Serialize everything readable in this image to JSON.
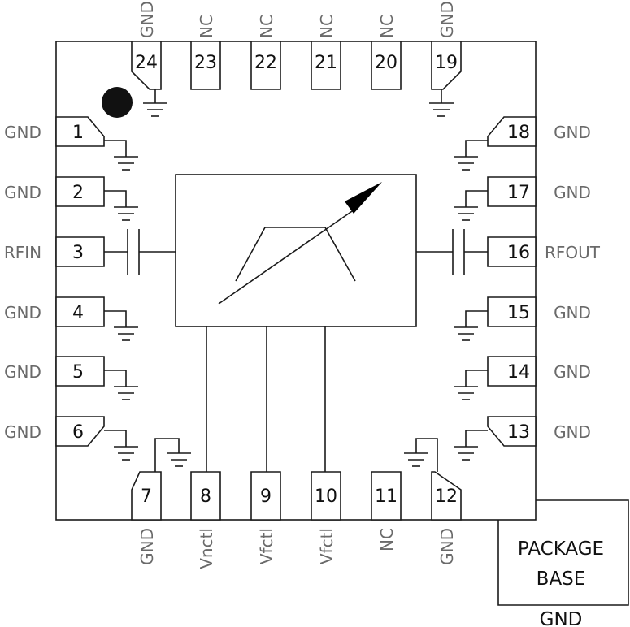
{
  "diagram": {
    "type": "ic-pinout",
    "package": "24-lead QFN (top view)",
    "pins": [
      {
        "num": "1",
        "name": "GND",
        "side": "left",
        "grounded": true
      },
      {
        "num": "2",
        "name": "GND",
        "side": "left",
        "grounded": true
      },
      {
        "num": "3",
        "name": "RFIN",
        "side": "left",
        "grounded": false,
        "capacitor": true
      },
      {
        "num": "4",
        "name": "GND",
        "side": "left",
        "grounded": true
      },
      {
        "num": "5",
        "name": "GND",
        "side": "left",
        "grounded": true
      },
      {
        "num": "6",
        "name": "GND",
        "side": "left",
        "grounded": true
      },
      {
        "num": "7",
        "name": "GND",
        "side": "bottom",
        "grounded": true
      },
      {
        "num": "8",
        "name": "Vnctl",
        "side": "bottom",
        "grounded": false
      },
      {
        "num": "9",
        "name": "Vfctl",
        "side": "bottom",
        "grounded": false
      },
      {
        "num": "10",
        "name": "Vfctl",
        "side": "bottom",
        "grounded": false
      },
      {
        "num": "11",
        "name": "NC",
        "side": "bottom",
        "grounded": false
      },
      {
        "num": "12",
        "name": "GND",
        "side": "bottom",
        "grounded": true
      },
      {
        "num": "13",
        "name": "GND",
        "side": "right",
        "grounded": true
      },
      {
        "num": "14",
        "name": "GND",
        "side": "right",
        "grounded": true
      },
      {
        "num": "15",
        "name": "GND",
        "side": "right",
        "grounded": true
      },
      {
        "num": "16",
        "name": "RFOUT",
        "side": "right",
        "grounded": false,
        "capacitor": true
      },
      {
        "num": "17",
        "name": "GND",
        "side": "right",
        "grounded": true
      },
      {
        "num": "18",
        "name": "GND",
        "side": "right",
        "grounded": true
      },
      {
        "num": "19",
        "name": "GND",
        "side": "top",
        "grounded": true
      },
      {
        "num": "20",
        "name": "NC",
        "side": "top",
        "grounded": false
      },
      {
        "num": "21",
        "name": "NC",
        "side": "top",
        "grounded": false
      },
      {
        "num": "22",
        "name": "NC",
        "side": "top",
        "grounded": false
      },
      {
        "num": "23",
        "name": "NC",
        "side": "top",
        "grounded": false
      },
      {
        "num": "24",
        "name": "GND",
        "side": "top",
        "grounded": true
      }
    ],
    "package_base": {
      "line1": "PACKAGE",
      "line2": "BASE",
      "connection": "GND"
    },
    "core_block": "tunable bandpass filter symbol"
  }
}
